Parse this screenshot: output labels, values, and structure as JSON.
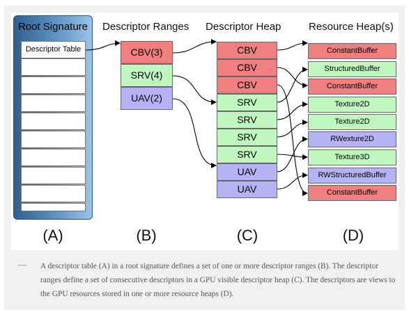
{
  "titles": {
    "root": "Root Signature",
    "ranges": "Descriptor Ranges",
    "heap": "Descriptor Heap",
    "resource": "Resource Heap(s)"
  },
  "root_slots": [
    "Descriptor Table",
    "",
    "",
    "",
    "",
    "",
    "",
    "",
    "",
    ""
  ],
  "ranges": [
    {
      "label": "CBV(3)",
      "color": "#f08080"
    },
    {
      "label": "SRV(4)",
      "color": "#bff7bf"
    },
    {
      "label": "UAV(2)",
      "color": "#b4b4f4"
    }
  ],
  "heap": [
    {
      "label": "CBV",
      "color": "#f08080"
    },
    {
      "label": "CBV",
      "color": "#f08080"
    },
    {
      "label": "CBV",
      "color": "#f08080"
    },
    {
      "label": "SRV",
      "color": "#bff7bf"
    },
    {
      "label": "SRV",
      "color": "#bff7bf"
    },
    {
      "label": "SRV",
      "color": "#bff7bf"
    },
    {
      "label": "SRV",
      "color": "#bff7bf"
    },
    {
      "label": "UAV",
      "color": "#b4b4f4"
    },
    {
      "label": "UAV",
      "color": "#b4b4f4"
    }
  ],
  "resources": [
    {
      "label": "ConstantBuffer",
      "color": "#f08080"
    },
    {
      "label": "StructuredBuffer",
      "color": "#bff7bf"
    },
    {
      "label": "ConstantBuffer",
      "color": "#f08080"
    },
    {
      "label": "Texture2D",
      "color": "#bff7bf"
    },
    {
      "label": "Texture2D",
      "color": "#bff7bf"
    },
    {
      "label": "RWexture2D",
      "color": "#b4b4f4"
    },
    {
      "label": "Texture3D",
      "color": "#bff7bf"
    },
    {
      "label": "RWStructuredBuffer",
      "color": "#b4b4f4"
    },
    {
      "label": "ConstantBuffer",
      "color": "#f08080"
    }
  ],
  "letters": {
    "a": "(A)",
    "b": "(B)",
    "c": "(C)",
    "d": "(D)"
  },
  "caption": {
    "dash": "—",
    "text": "A descriptor table (A) in a root signature defines a set of one or more descriptor ranges (B). The descriptor ranges define a set of consecutive descriptors in a GPU visible descriptor heap (C). The descriptors are views to the GPU resources stored in one or more resource heaps (D)."
  }
}
